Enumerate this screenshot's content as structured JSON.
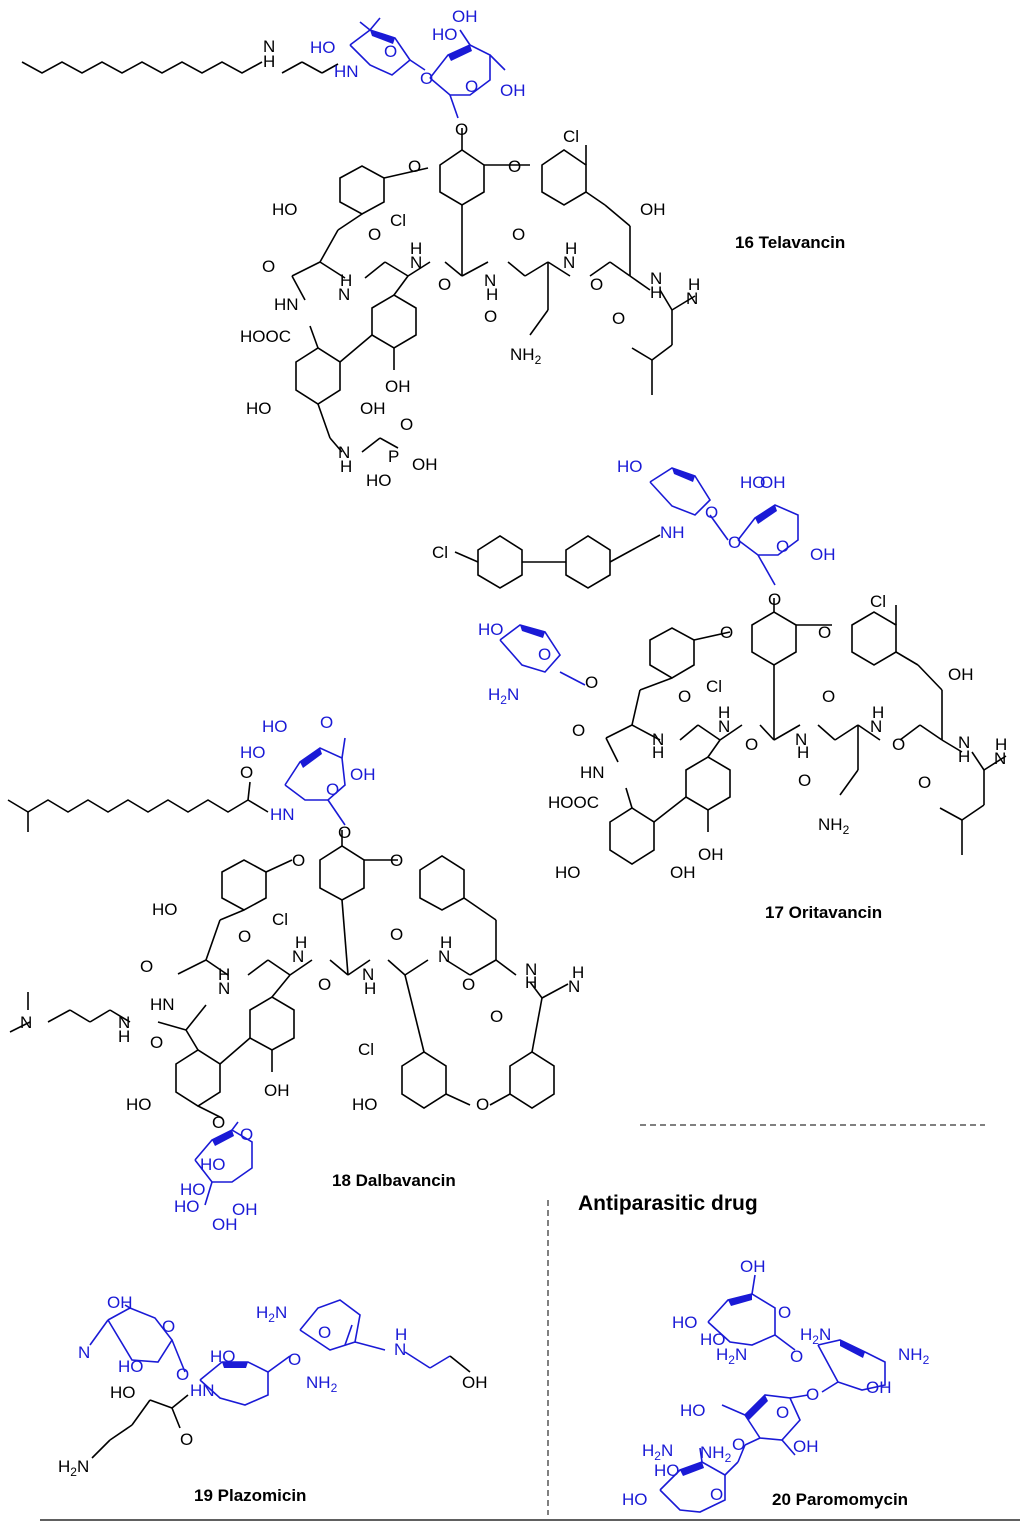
{
  "compounds": [
    {
      "id": "telavancin",
      "caption": "16 Telavancin"
    },
    {
      "id": "oritavancin",
      "caption": "17 Oritavancin"
    },
    {
      "id": "dalbavancin",
      "caption": "18 Dalbavancin"
    },
    {
      "id": "plazomicin",
      "caption": "19 Plazomicin"
    },
    {
      "id": "paromomycin",
      "caption": "20 Paromomycin"
    }
  ],
  "section_heading": "Antiparasitic drug",
  "colors": {
    "sugar": "#1a1ad6",
    "core": "#000000"
  },
  "labels": {
    "tel": [
      "N",
      "H",
      "HO",
      "HN",
      "O",
      "OH",
      "O",
      "OH",
      "O",
      "O",
      "O",
      "Cl",
      "HO",
      "Cl",
      "OH",
      "O",
      "H",
      "N",
      "O",
      "H",
      "N",
      "O",
      "H",
      "N",
      "O",
      "N",
      "H",
      "O",
      "H",
      "N",
      "N",
      "H",
      "O",
      "HN",
      "HOOC",
      "O",
      "NH2",
      "OH",
      "HO",
      "OH",
      "N",
      "H",
      "P",
      "O",
      "OH",
      "HO"
    ],
    "ori": [
      "HO",
      "NH",
      "O",
      "HO",
      "OH",
      "O",
      "OH",
      "Cl",
      "O",
      "O",
      "O",
      "Cl",
      "HO",
      "O",
      "Cl",
      "OH",
      "H2N",
      "O",
      "O",
      "H",
      "N",
      "O",
      "H",
      "N",
      "O",
      "N",
      "H",
      "O",
      "H",
      "N",
      "N",
      "H",
      "O",
      "HN",
      "HOOC",
      "O",
      "NH2",
      "OH",
      "HO",
      "OH"
    ],
    "dal": [
      "HO",
      "HO",
      "O",
      "OH",
      "O",
      "HN",
      "O",
      "O",
      "O",
      "O",
      "HO",
      "Cl",
      "O",
      "H",
      "N",
      "O",
      "H",
      "N",
      "O",
      "H",
      "N",
      "O",
      "N",
      "H",
      "O",
      "N",
      "H",
      "N",
      "H",
      "O",
      "N",
      "H",
      "O",
      "N",
      "H",
      "NH",
      "Cl",
      "HO",
      "O",
      "OH",
      "HO",
      "O",
      "HO",
      "HO",
      "OH",
      "OH"
    ],
    "plz": [
      "OH",
      "O",
      "N",
      "HO",
      "O",
      "HO",
      "HN",
      "NH2",
      "H2N",
      "O",
      "N",
      "H",
      "OH",
      "HO",
      "O",
      "O",
      "H2N"
    ],
    "par": [
      "OH",
      "O",
      "HO",
      "HO",
      "H2N",
      "O",
      "H2N",
      "NH2",
      "OH",
      "O",
      "HO",
      "O",
      "OH",
      "H2N",
      "NH2",
      "O",
      "HO",
      "O",
      "HO"
    ]
  }
}
